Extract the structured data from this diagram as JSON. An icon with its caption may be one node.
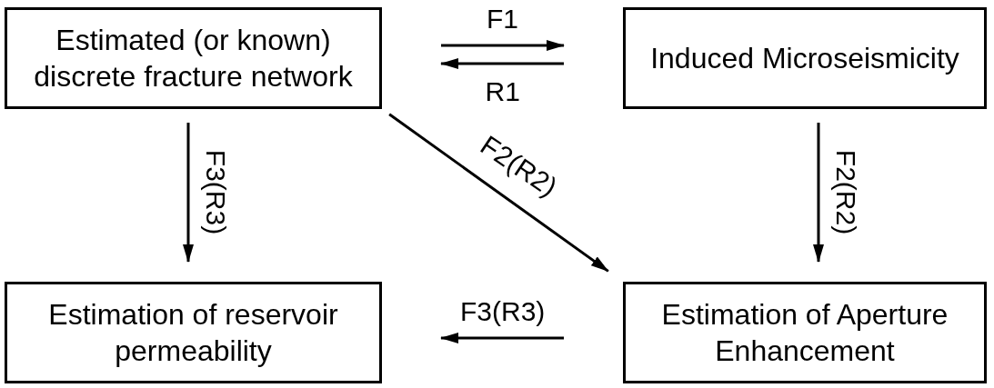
{
  "diagram": {
    "nodes": [
      {
        "text": [
          "Estimated (or known) discrete fracture network"
        ]
      },
      {
        "text": [
          "Induced Microseismicity"
        ]
      },
      {
        "text": [
          "Estimation of reservoir permeability"
        ]
      },
      {
        "text": [
          "Estimation of Aperture Enhancement"
        ]
      }
    ],
    "edges": [
      {
        "from": 0,
        "to": 1,
        "arrow": "to",
        "label": "F1"
      },
      {
        "from": 1,
        "to": 0,
        "arrow": "to",
        "label": "R1"
      },
      {
        "from": 0,
        "to": 2,
        "arrow": "to",
        "label": "F3(R3)"
      },
      {
        "from": 0,
        "to": 3,
        "arrow": "to",
        "label": "F2(R2)"
      },
      {
        "from": 1,
        "to": 3,
        "arrow": "to",
        "label": "F2(R2)"
      },
      {
        "from": 3,
        "to": 2,
        "arrow": "to",
        "label": "F3(R3)"
      }
    ]
  }
}
